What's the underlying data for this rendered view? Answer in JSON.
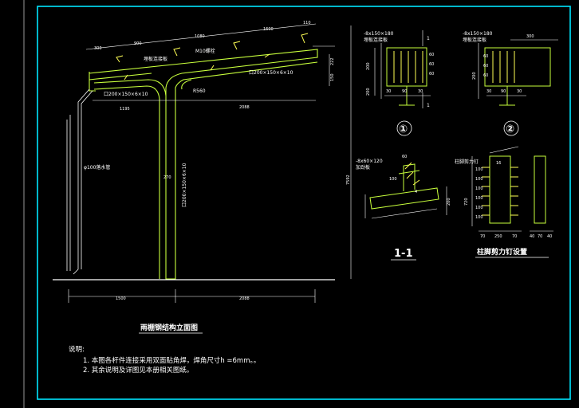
{
  "drawing": {
    "frame_color": "#00e5ff",
    "line_color": "#ffffff",
    "steel_color": "#c8ff3c",
    "bolt_color": "#ffff55"
  },
  "elevation": {
    "title": "雨棚钢结构立面图",
    "top_dims": [
      "300",
      "900",
      "1080",
      "1600",
      "110"
    ],
    "label_bolt": "M10螺栓",
    "label_embed": "埋板连接板",
    "label_beam_top": "口200×150×6×10",
    "label_beam_left": "口200×150×6×10",
    "label_arc": "R560",
    "label_column": "口200×150×6×10",
    "label_pipe": "φ100落水管",
    "span_mid": [
      "1195",
      "2088"
    ],
    "span_bottom": [
      "1500",
      "2088"
    ],
    "right_dims": [
      "222",
      "150"
    ],
    "total_height": "7592",
    "col_center": "270"
  },
  "detail1": {
    "plate": "-8x150×180",
    "label": "埋板连接板",
    "symbol": "1",
    "dims_v": [
      "200",
      "200"
    ],
    "dims_h": [
      "30",
      "90",
      "30"
    ],
    "bolts": [
      "60",
      "60",
      "60"
    ],
    "circle": "①"
  },
  "detail2": {
    "plate": "-8x150×180",
    "label": "埋板连接板",
    "width": "300",
    "dims_v": [
      "200"
    ],
    "dims_h": [
      "30",
      "90",
      "30"
    ],
    "bolts": [
      "60",
      "60",
      "60"
    ],
    "circle": "②"
  },
  "section11": {
    "plate": "-8x60×120",
    "label": "加劲板",
    "dims": [
      "60",
      "100",
      "4",
      "200"
    ],
    "title": "1-1"
  },
  "stud": {
    "label": "柱脚剪力钉",
    "thk": "16",
    "height": "720",
    "dims_v": [
      "100",
      "100",
      "100",
      "100",
      "100",
      "100"
    ],
    "dims_h_left": [
      "70",
      "250",
      "70"
    ],
    "dims_h_right": [
      "40",
      "70",
      "40"
    ],
    "title": "柱脚剪力钉设置"
  },
  "notes": {
    "heading": "说明:",
    "lines": [
      "1. 本图各杆件连接采用双面贴角焊，焊角尺寸h =6mm。。",
      "2. 其余说明及详图见本册相关图纸。"
    ]
  }
}
